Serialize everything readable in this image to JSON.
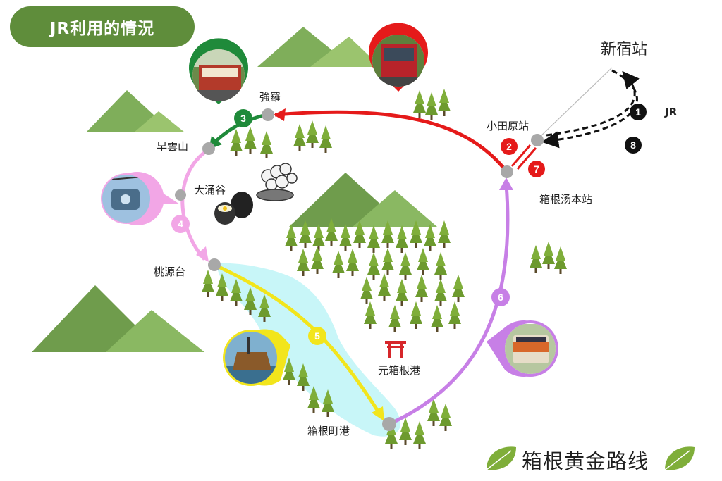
{
  "title": "JR利用的情況",
  "footer_title": "箱根黄金路线",
  "stations": {
    "shinjuku": "新宿站",
    "odawara": "小田原站",
    "hakone_yumoto": "箱根汤本站",
    "gora": "強羅",
    "sounzan": "早雲山",
    "owakudani": "大涌谷",
    "togendai": "桃源台",
    "motohakone": "元箱根港",
    "hakonemachi": "箱根町港"
  },
  "jr_label": "JR",
  "steps": [
    "1",
    "2",
    "3",
    "4",
    "5",
    "6",
    "7",
    "8"
  ],
  "colors": {
    "jr": "#111111",
    "tozan_train": "#e51a1a",
    "cable_car": "#1f8a3a",
    "ropeway": "#f2a6e6",
    "pirate_ship": "#f2e51c",
    "bus": "#c77fe6",
    "lake": "#c8f6f8",
    "mountain": "#7fae5a",
    "tree": "#6d9a2e"
  },
  "icons": [
    "train-photo-pin",
    "cable-train-photo-pin",
    "ropeway-gondola-photo-pin",
    "pirate-ship-photo-pin",
    "bus-photo-pin",
    "torii-gate-icon",
    "black-egg-icon",
    "volcanic-smoke-icon",
    "leaf-icon"
  ]
}
